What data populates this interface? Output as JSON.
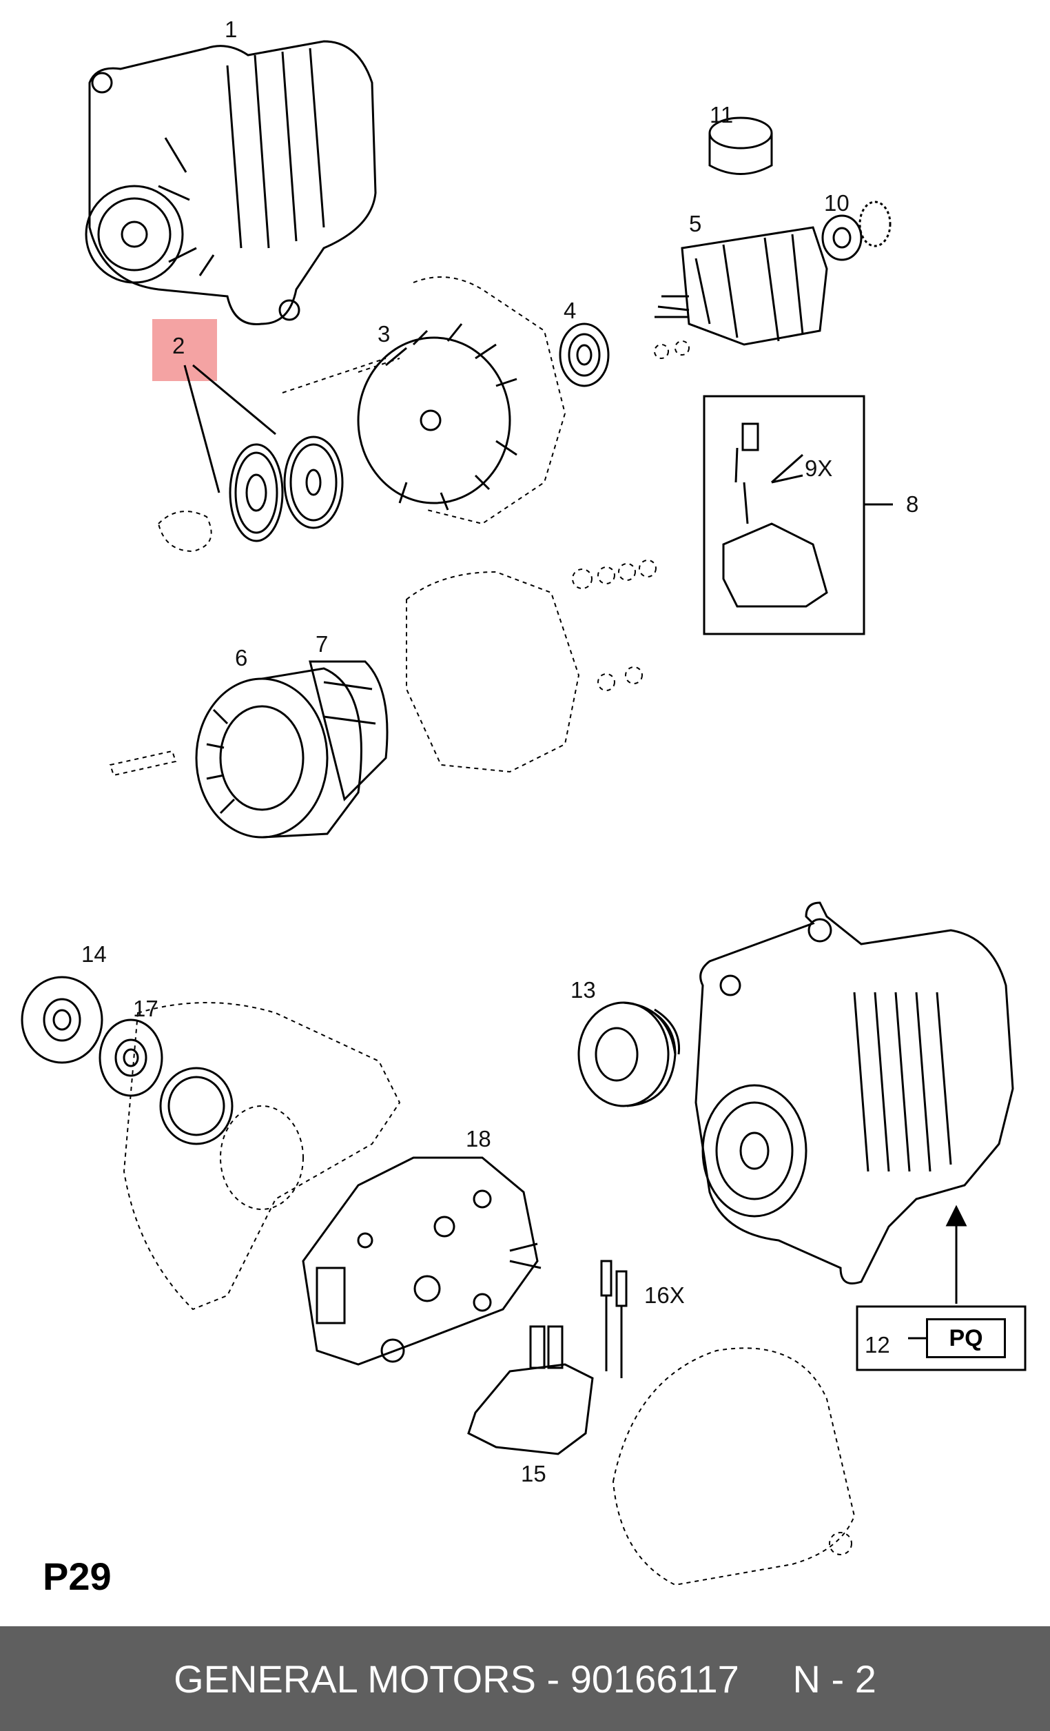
{
  "diagram": {
    "labels": {
      "l1": "1",
      "l2": "2",
      "l3": "3",
      "l4": "4",
      "l5": "5",
      "l6": "6",
      "l7": "7",
      "l8": "8",
      "l9x": "9X",
      "l10": "10",
      "l11": "11",
      "l12": "12",
      "l13": "13",
      "l14": "14",
      "l15": "15",
      "l16x": "16X",
      "l17": "17",
      "l18": "18",
      "pq": "PQ"
    },
    "highlight_color": "#f4a3a3",
    "page_code": "P29"
  },
  "footer": {
    "text": "GENERAL MOTORS - 90166117     N - 2",
    "background": "#5f5f5f"
  }
}
